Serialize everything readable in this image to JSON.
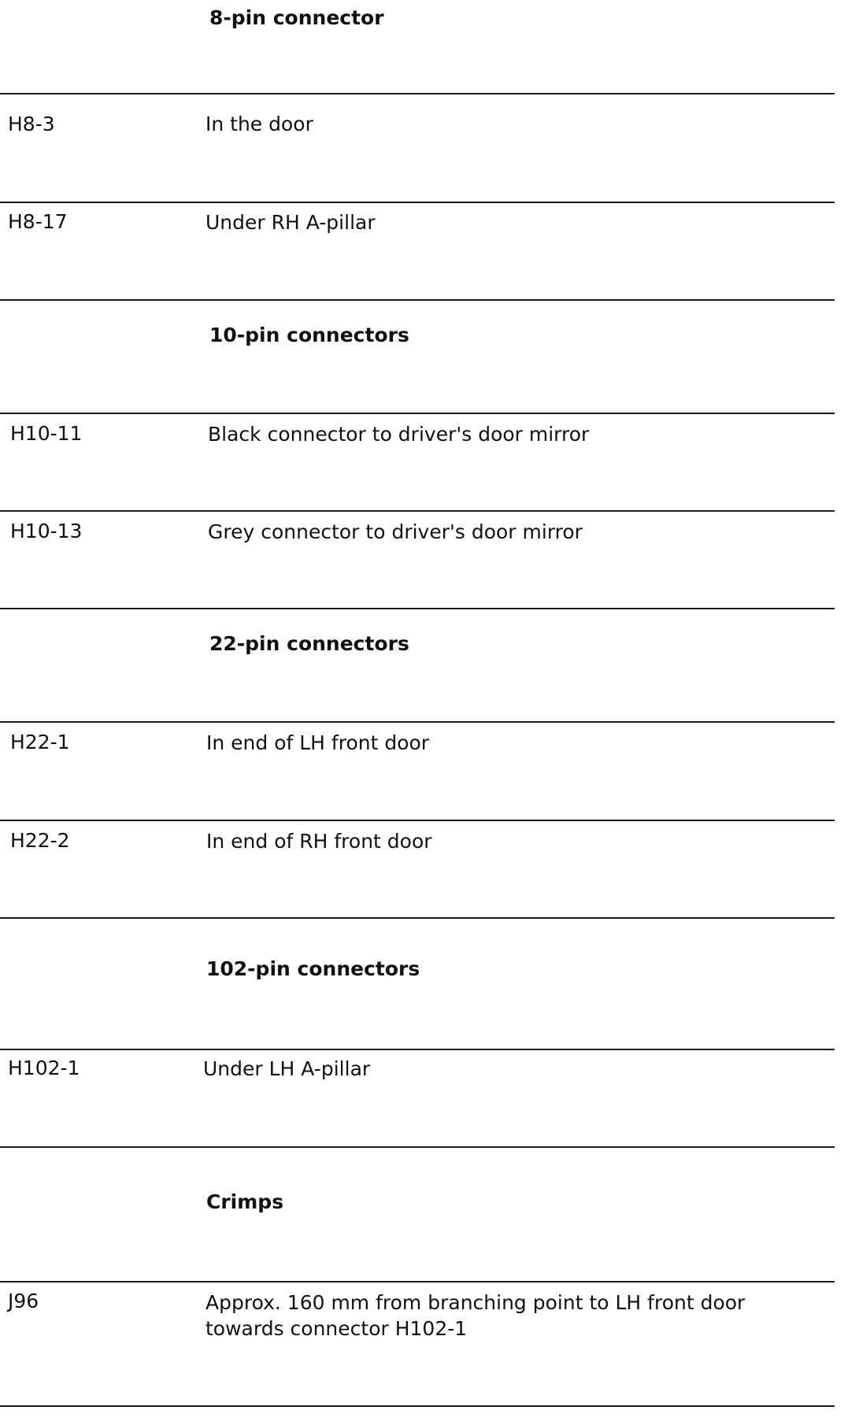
{
  "sections": [
    {
      "heading": "8-pin connector",
      "rows": [
        {
          "code": "H8-3",
          "location": "In the door"
        },
        {
          "code": "H8-17",
          "location": "Under RH A-pillar"
        }
      ]
    },
    {
      "heading": "10-pin connectors",
      "rows": [
        {
          "code": "H10-11",
          "location": "Black connector to driver's door mirror"
        },
        {
          "code": "H10-13",
          "location": "Grey connector to driver's door mirror"
        }
      ]
    },
    {
      "heading": "22-pin connectors",
      "rows": [
        {
          "code": "H22-1",
          "location": "In end of LH front door"
        },
        {
          "code": "H22-2",
          "location": "In end of RH front door"
        }
      ]
    },
    {
      "heading": "102-pin connectors",
      "rows": [
        {
          "code": "H102-1",
          "location": "Under LH A-pillar"
        }
      ]
    },
    {
      "heading": "Crimps",
      "rows": [
        {
          "code": "J96",
          "location_lines": [
            "Approx. 160 mm from branching point to LH front door",
            "towards connector H102-1"
          ]
        }
      ]
    }
  ]
}
